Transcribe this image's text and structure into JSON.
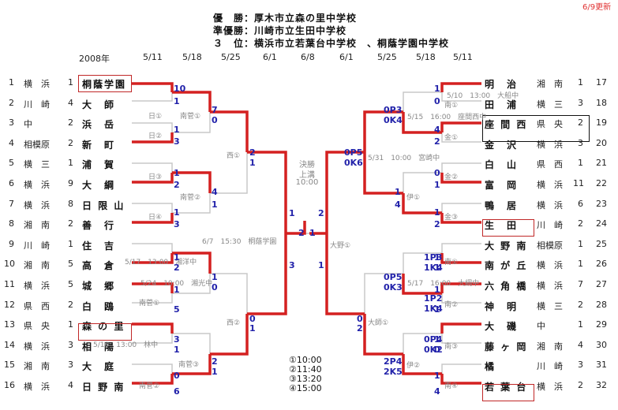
{
  "header": {
    "winner": "優　勝：厚木市立森の里中学校",
    "runner_up": "準優勝：川崎市立生田中学校",
    "third": "３　位：横浜市立若葉台中学校　、桐蔭学園中学校",
    "updated": "6/9更新"
  },
  "rounds_left": [
    "2008年",
    "5/11",
    "5/18",
    "5/25",
    "6/1"
  ],
  "rounds_mid": "6/8",
  "rounds_right": [
    "6/1",
    "5/25",
    "5/18",
    "5/11"
  ],
  "left_teams": [
    {
      "no": "1",
      "area": "横　浜",
      "seed": "1",
      "name": "桐蔭学園"
    },
    {
      "no": "2",
      "area": "川　崎",
      "seed": "4",
      "name": "大　師"
    },
    {
      "no": "3",
      "area": "中",
      "seed": "2",
      "name": "浜　岳"
    },
    {
      "no": "4",
      "area": "相模原",
      "seed": "2",
      "name": "新　町"
    },
    {
      "no": "5",
      "area": "横　三",
      "seed": "1",
      "name": "浦　賀"
    },
    {
      "no": "6",
      "area": "横　浜",
      "seed": "9",
      "name": "大　綱"
    },
    {
      "no": "7",
      "area": "横　浜",
      "seed": "8",
      "name": "日 限 山"
    },
    {
      "no": "8",
      "area": "湘　南",
      "seed": "2",
      "name": "善　行"
    },
    {
      "no": "9",
      "area": "川　崎",
      "seed": "1",
      "name": "住　吉"
    },
    {
      "no": "10",
      "area": "湘　南",
      "seed": "5",
      "name": "高　倉"
    },
    {
      "no": "11",
      "area": "横　浜",
      "seed": "5",
      "name": "城　郷"
    },
    {
      "no": "12",
      "area": "県　西",
      "seed": "2",
      "name": "白　鴎"
    },
    {
      "no": "13",
      "area": "県　央",
      "seed": "1",
      "name": "森 の 里"
    },
    {
      "no": "14",
      "area": "横　浜",
      "seed": "3",
      "name": "相　陽"
    },
    {
      "no": "15",
      "area": "湘　南",
      "seed": "3",
      "name": "大　庭"
    },
    {
      "no": "16",
      "area": "横　浜",
      "seed": "4",
      "name": "日 野 南"
    }
  ],
  "right_teams": [
    {
      "name": "明　治",
      "area": "湘　南",
      "seed": "1",
      "no": "17"
    },
    {
      "name": "田　浦",
      "area": "横　三",
      "seed": "3",
      "no": "18"
    },
    {
      "name": "座 間 西",
      "area": "県　央",
      "seed": "2",
      "no": "19"
    },
    {
      "name": "金　沢",
      "area": "横　浜",
      "seed": "3",
      "no": "20"
    },
    {
      "name": "白　山",
      "area": "県　西",
      "seed": "1",
      "no": "21"
    },
    {
      "name": "富　岡",
      "area": "横　浜",
      "seed": "11",
      "no": "22"
    },
    {
      "name": "鴨　居",
      "area": "横　浜",
      "seed": "6",
      "no": "23"
    },
    {
      "name": "生　田",
      "area": "川　崎",
      "seed": "2",
      "no": "24"
    },
    {
      "name": "大 野 南",
      "area": "相模原",
      "seed": "1",
      "no": "25"
    },
    {
      "name": "南 が 丘",
      "area": "横　浜",
      "seed": "1",
      "no": "26"
    },
    {
      "name": "六 角 橋",
      "area": "横　浜",
      "seed": "7",
      "no": "27"
    },
    {
      "name": "神　明",
      "area": "横　三",
      "seed": "2",
      "no": "28"
    },
    {
      "name": "大　磯",
      "area": "中",
      "seed": "1",
      "no": "29"
    },
    {
      "name": "藤 ヶ 岡",
      "area": "湘　南",
      "seed": "4",
      "no": "30"
    },
    {
      "name": "橘",
      "area": "川　崎",
      "seed": "3",
      "no": "31"
    },
    {
      "name": "若 葉 台",
      "area": "横　浜",
      "seed": "2",
      "no": "32"
    }
  ],
  "venues": {
    "l1": "日①",
    "l2": "日②",
    "l3": "日③",
    "l4": "日④",
    "l5": "南菅①",
    "l6": "南菅②",
    "l7": "西①",
    "l8": "南菅①",
    "l9": "南菅①",
    "l10": "南菅③",
    "l11": "南菅②",
    "l12": "西②",
    "r1": "南①",
    "r2": "金①",
    "r3": "金②",
    "r4": "金③",
    "r5": "伊①",
    "r6": "南①",
    "r7": "南②",
    "r8": "南③",
    "r9": "南④",
    "r10": "伊②",
    "r11": "大野①",
    "r12": "大師①"
  },
  "notes": {
    "n1": "5/10　13:00　大船中",
    "n2": "5/15　16:00　座間西中",
    "n3": "5/31　10:00　宮崎中",
    "n4": "6/7　15:30　桐蔭学園",
    "n5": "5/17　13:00　湘洋中",
    "n6": "5/24　10:00　湘光中",
    "n7": "5/17　16:00　大綱中",
    "n8": "5/10　13:00　林中"
  },
  "final": {
    "label1": "決勝",
    "label2": "上溝",
    "label3": "10:00"
  },
  "times": [
    "①10:00",
    "②11:40",
    "③13:20",
    "④15:00"
  ],
  "scores": {
    "a1": "10",
    "a2": "1",
    "a3": "1",
    "a4": "3",
    "a5": "1",
    "a6": "2",
    "a7": "1",
    "a8": "3",
    "a9": "1",
    "a10": "2",
    "a11": "1",
    "a12": "5",
    "a13": "3",
    "a14": "1",
    "a15": "0",
    "a16": "6",
    "b1": "7",
    "b2": "0",
    "b3": "4",
    "b4": "1",
    "b5": "1",
    "b6": "0",
    "b7": "2",
    "b8": "1",
    "c1": "2",
    "c2": "1",
    "c3": "0",
    "c4": "1",
    "d1": "1",
    "d2": "3",
    "d3": "2",
    "d4": "1",
    "e1": "1",
    "e2": "0",
    "e3": "4",
    "e4": "2",
    "e5": "0",
    "e6": "1",
    "e7": "1",
    "e8": "2",
    "e9": "1",
    "e10": "1",
    "e11": "1",
    "e12": "1",
    "e13": "1",
    "e14": "0",
    "e15": "1",
    "e16": "4",
    "f1": "0P3",
    "f2": "0K4",
    "f3": "1",
    "f4": "4",
    "f5": "1P3",
    "f6": "1K4",
    "f7": "0P5",
    "f8": "0K3",
    "f9": "1P2",
    "f10": "1K4",
    "f11": "0P4",
    "f12": "0K2",
    "f13": "2P4",
    "f14": "2K5",
    "g1": "0P5",
    "g2": "0K6",
    "g3": "0",
    "g4": "2",
    "h1": "2",
    "h2": "1",
    "h3": "1"
  }
}
